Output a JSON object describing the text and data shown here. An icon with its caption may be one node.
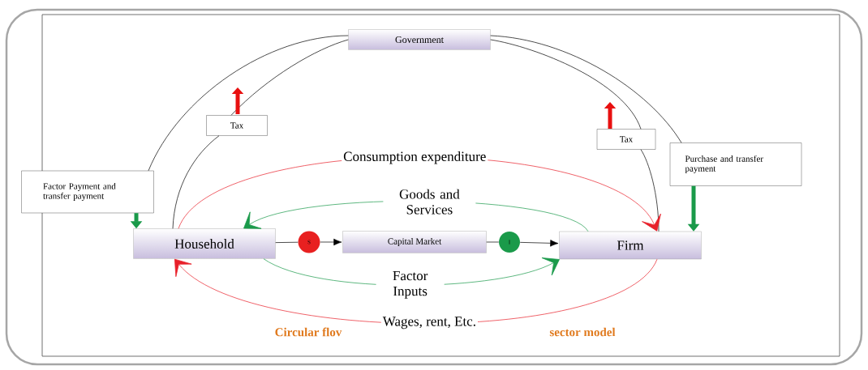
{
  "diagram": {
    "nodes": [
      {
        "text": [
          "Government"
        ]
      },
      {
        "text": [
          "Household"
        ]
      },
      {
        "text": [
          "Capital Market"
        ]
      },
      {
        "text": [
          "Firm"
        ]
      },
      {
        "text": [
          "S"
        ]
      },
      {
        "text": [
          "I"
        ]
      },
      {
        "text": [
          "Tax"
        ]
      },
      {
        "text": [
          "Tax"
        ]
      },
      {
        "text": [
          "Factor Payment and transfer payment"
        ]
      },
      {
        "text": [
          "Purchase and transfer payment"
        ]
      }
    ],
    "edges": [
      {
        "from": 1,
        "to": 6,
        "arrow": "none"
      },
      {
        "from": 6,
        "to": 0,
        "arrow": "none"
      },
      {
        "from": 0,
        "to": 8,
        "arrow": "none"
      },
      {
        "from": 8,
        "to": 1,
        "arrow": "to",
        "style": "thick",
        "color": "#1a9a4a"
      },
      {
        "from": 3,
        "to": 7,
        "arrow": "none"
      },
      {
        "from": 7,
        "to": 0,
        "arrow": "none"
      },
      {
        "from": 0,
        "to": 9,
        "arrow": "none"
      },
      {
        "from": 9,
        "to": 3,
        "arrow": "to",
        "style": "thick",
        "color": "#1a9a4a"
      },
      {
        "from": 1,
        "to": 4,
        "arrow": "none"
      },
      {
        "from": 4,
        "to": 2,
        "arrow": "to"
      },
      {
        "from": 2,
        "to": 5,
        "arrow": "none"
      },
      {
        "from": 5,
        "to": 3,
        "arrow": "to"
      },
      {
        "from": 1,
        "to": 3,
        "arrow": "to",
        "label": "Consumption expenditure",
        "color": "#e8202a"
      },
      {
        "from": 3,
        "to": 1,
        "arrow": "to",
        "label": "Goods and Services",
        "color": "#1a9a4a"
      },
      {
        "from": 1,
        "to": 3,
        "arrow": "to",
        "label": "Factor Inputs",
        "color": "#1a9a4a"
      },
      {
        "from": 3,
        "to": 1,
        "arrow": "to",
        "label": "Wages, rent, Etc.",
        "color": "#e8202a"
      }
    ],
    "labels": [
      "Circular flov",
      "sector model"
    ]
  }
}
